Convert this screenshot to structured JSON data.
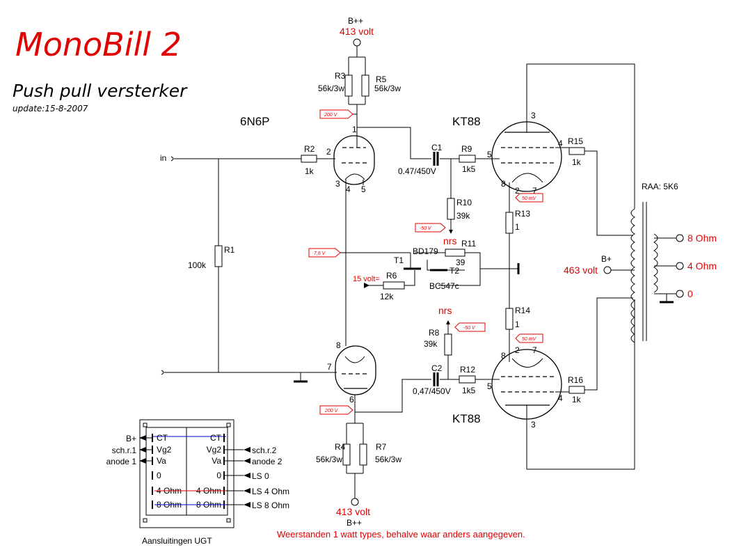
{
  "title": "MonoBill 2",
  "subtitle": "Push pull versterker",
  "update": "update:15-8-2007",
  "tubes": {
    "driver": "6N6P",
    "output_top": "KT88",
    "output_bottom": "KT88"
  },
  "supply": {
    "bpp": "B++",
    "top_volt": "413 volt",
    "bottom_volt": "413 volt",
    "bplus": "B+",
    "bplus_volt": "463 volt"
  },
  "tags": {
    "v200_top": "200 V",
    "v200_bot": "200 V",
    "v7_6": "7,6 V",
    "m50v_top": "-50 V",
    "m50v_bot": "-50 V",
    "mv50_top": "50 mV",
    "mv50_bot": "50 mV"
  },
  "resistors": {
    "r3": "R3",
    "r3v": "56k/3w",
    "r5": "R5",
    "r5v": "56k/3w",
    "r4": "R4",
    "r4v": "56k/3w",
    "r7": "R7",
    "r7v": "56k/3w",
    "r2": "R2",
    "r2v": "1k",
    "r1": "R1",
    "r1v": "100k",
    "r9": "R9",
    "r9v": "1k5",
    "r12": "R12",
    "r12v": "1k5",
    "r10": "R10",
    "r10v": "39k",
    "r8": "R8",
    "r8v": "39k",
    "r11": "R11",
    "r11v": "39",
    "r6": "R6",
    "r6v": "12k",
    "r13": "R13",
    "r13v": "1",
    "r14": "R14",
    "r14v": "1",
    "r15": "R15",
    "r15v": "1k",
    "r16": "R16",
    "r16v": "1k"
  },
  "caps": {
    "c1": "C1",
    "c1v": "0.47/450V",
    "c2": "C2",
    "c2v": "0,47/450V"
  },
  "transistors": {
    "t1": "T1",
    "t1_type": "BD179",
    "t2": "T2",
    "t2_type": "BC547c"
  },
  "bias": {
    "nrs_top": "nrs",
    "nrs_bot": "nrs",
    "v15": "15 volt="
  },
  "input": {
    "label": "in"
  },
  "transformer": {
    "label": "RAA: 5K6",
    "tap8": "8 Ohm",
    "tap4": "4 Ohm",
    "tap0": "0"
  },
  "pins": {
    "d1": "1",
    "d2": "2",
    "d3": "3",
    "d4": "4",
    "d5": "5",
    "d6": "6",
    "d7": "7",
    "d8": "8",
    "k3": "3",
    "k4": "4",
    "k5": "5",
    "k8": "8",
    "k2": "2",
    "k7": "7",
    "b8": "8",
    "b2": "2",
    "b7": "7",
    "b5": "5",
    "b4": "4",
    "b3": "3"
  },
  "connector": {
    "caption": "Aansluitingen UGT",
    "left": [
      {
        "ext": "B+",
        "int": "CT"
      },
      {
        "ext": "sch.r.1",
        "int": "Vg2"
      },
      {
        "ext": "anode 1",
        "int": "Va"
      },
      {
        "ext": "",
        "int": "0"
      },
      {
        "ext": "",
        "int": "4 Ohm"
      },
      {
        "ext": "",
        "int": "8 Ohm"
      }
    ],
    "right": [
      {
        "ext": "",
        "int": "CT"
      },
      {
        "ext": "sch.r.2",
        "int": "Vg2"
      },
      {
        "ext": "anode 2",
        "int": "Va"
      },
      {
        "ext": "LS 0",
        "int": "0"
      },
      {
        "ext": "LS 4 Ohm",
        "int": "4 Ohm"
      },
      {
        "ext": "LS 8 Ohm",
        "int": "8 Ohm"
      }
    ]
  },
  "note": "Weerstanden 1 watt types, behalve waar anders aangegeven.",
  "colors": {
    "accent": "#e00000",
    "line": "#000000",
    "link": "#0000cc"
  }
}
